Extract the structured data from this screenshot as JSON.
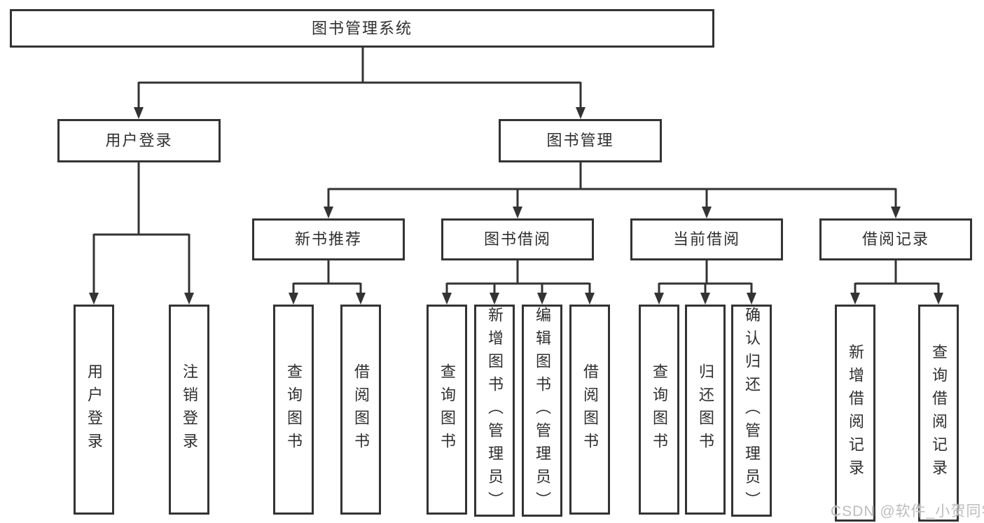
{
  "diagram": {
    "type": "functional-structure-tree",
    "colors": {
      "line": "#333333",
      "text": "#2f2f2f",
      "box_background": "#ffffff",
      "watermark_text": "#bdbdbd"
    },
    "tree": {
      "root": {
        "label": "图书管理系统"
      },
      "branches": [
        {
          "label": "用户登录",
          "children": [
            {
              "label": "用户登录"
            },
            {
              "label": "注销登录"
            }
          ]
        },
        {
          "label": "图书管理",
          "children": [
            {
              "label": "新书推荐",
              "children": [
                {
                  "label": "查询图书"
                },
                {
                  "label": "借阅图书"
                }
              ]
            },
            {
              "label": "图书借阅",
              "children": [
                {
                  "label": "查询图书"
                },
                {
                  "label": "新增图书（管理员）"
                },
                {
                  "label": "编辑图书（管理员）"
                },
                {
                  "label": "借阅图书"
                }
              ]
            },
            {
              "label": "当前借阅",
              "children": [
                {
                  "label": "查询图书"
                },
                {
                  "label": "归还图书"
                },
                {
                  "label": "确认归还（管理员）"
                }
              ]
            },
            {
              "label": "借阅记录",
              "children": [
                {
                  "label": "新增借阅记录"
                },
                {
                  "label": "查询借阅记录"
                }
              ]
            }
          ]
        }
      ]
    }
  },
  "watermark": {
    "text": "CSDN @软件_小贺同学"
  }
}
